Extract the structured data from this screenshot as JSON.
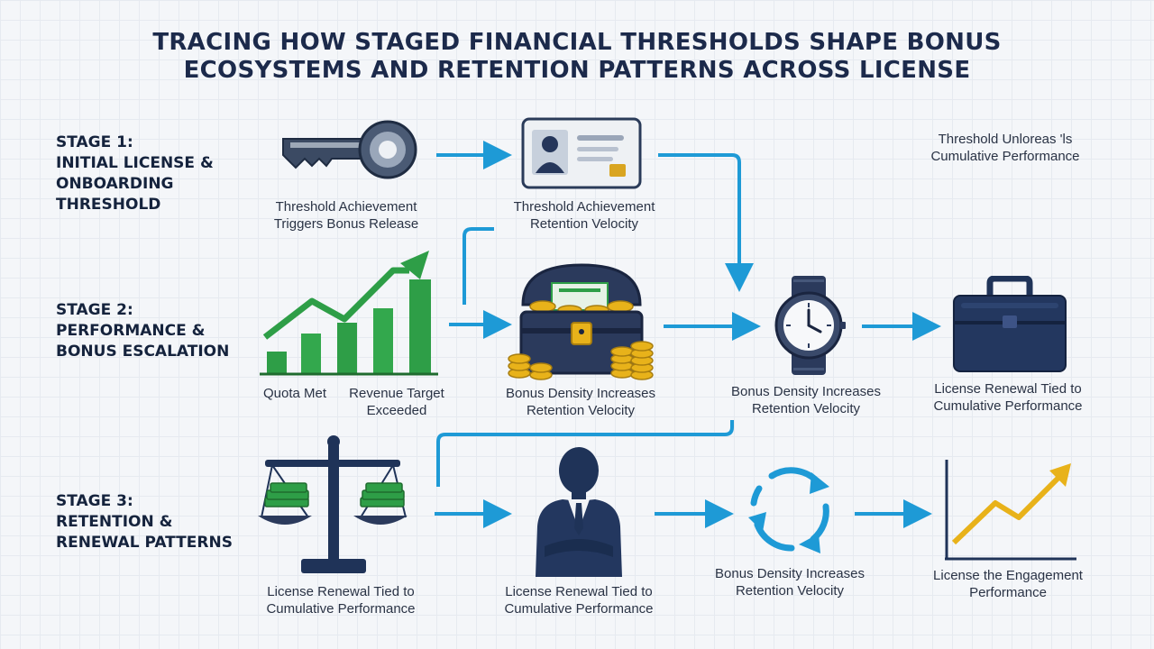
{
  "title": {
    "line1": "TRACING HOW STAGED FINANCIAL THRESHOLDS SHAPE BONUS",
    "line2": "ECOSYSTEMS AND RETENTION PATTERNS ACROSS LICENSE"
  },
  "stages": [
    {
      "lines": [
        "STAGE 1:",
        "INITIAL LICENSE &",
        "ONBOARDING",
        "THRESHOLD"
      ]
    },
    {
      "lines": [
        "STAGE 2:",
        "PERFORMANCE &",
        "BONUS ESCALATION"
      ]
    },
    {
      "lines": [
        "STAGE 3:",
        "RETENTION &",
        "RENEWAL PATTERNS"
      ]
    }
  ],
  "captions": {
    "key": [
      "Threshold Achievement",
      "Triggers Bonus Release"
    ],
    "id_card": [
      "Threshold Achievement",
      "Retention Velocity"
    ],
    "top_right": [
      "Threshold Unloreas 'ls",
      "Cumulative Performance"
    ],
    "quota": "Quota Met",
    "revenue": [
      "Revenue Target",
      "Exceeded"
    ],
    "chest": [
      "Bonus Density Increases",
      "Retention Velocity"
    ],
    "watch": [
      "Bonus Density Increases",
      "Retention Velocity"
    ],
    "briefcase": [
      "License Renewal Tied to",
      "Cumulative Performance"
    ],
    "scale": [
      "License Renewal Tied to",
      "Cumulative Performance"
    ],
    "person": [
      "License Renewal Tied to",
      "Cumulative Performance"
    ],
    "cycle": [
      "Bonus Density Increases",
      "Retention Velocity"
    ],
    "trend": [
      "License the Engagement",
      "Performance"
    ]
  },
  "colors": {
    "arrow": "#1e9ad6",
    "navy": "#1f3358",
    "green": "#2e9e47",
    "gold": "#e8b21a",
    "title": "#1c2a4b"
  },
  "icons": [
    "key-icon",
    "id-card-icon",
    "growth-chart-icon",
    "treasure-chest-icon",
    "wristwatch-icon",
    "briefcase-icon",
    "balance-scale-icon",
    "businessman-icon",
    "cycle-arrows-icon",
    "trend-line-icon"
  ]
}
